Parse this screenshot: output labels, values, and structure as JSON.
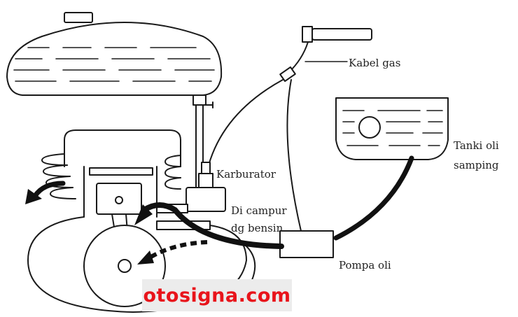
{
  "labels": {
    "kabel_gas": "Kabel gas",
    "tanki_oli_line1": "Tanki oli",
    "tanki_oli_line2": "samping",
    "karburator": "Karburator",
    "di_campur_line1": "Di campur",
    "di_campur_line2": "dg bensin",
    "pompa_oli": "Pompa oli"
  },
  "watermark": {
    "text": "otosigna.com",
    "color": "#e8141b",
    "background": "#ececec"
  },
  "colors": {
    "line": "#1a1a1a",
    "oil_hose": "#111111",
    "background": "#ffffff"
  }
}
